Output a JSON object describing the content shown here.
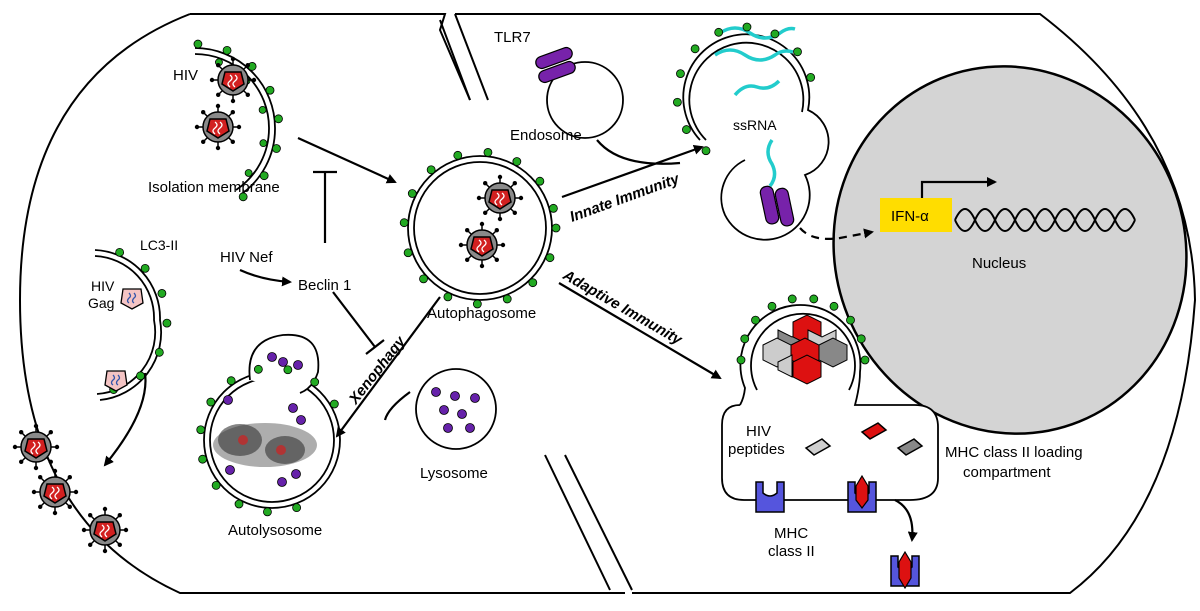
{
  "labels": {
    "hiv": "HIV",
    "isolation_membrane": "Isolation membrane",
    "lc3": "LC3-II",
    "hiv_gag_line1": "HIV",
    "hiv_gag_line2": "Gag",
    "hiv_nef": "HIV Nef",
    "beclin": "Beclin 1",
    "autophagosome": "Autophagosome",
    "xenophagy": "Xenophagy",
    "lysosome": "Lysosome",
    "autolysosome": "Autolysosome",
    "tlr7": "TLR7",
    "endosome": "Endosome",
    "ssrna": "ssRNA",
    "innate_immunity": "Innate Immunity",
    "adaptive_immunity": "Adaptive Immunity",
    "ifn": "IFN-α",
    "nucleus": "Nucleus",
    "hiv_peptides_line1": "HIV",
    "hiv_peptides_line2": "peptides",
    "mhc_loading_line1": "MHC class II loading",
    "mhc_loading_line2": "compartment",
    "mhc_line1": "MHC",
    "mhc_line2": "class II"
  },
  "colors": {
    "lc3_dot": "#22aa22",
    "virion_core": "#d22020",
    "virion_shell": "#8a8a8a",
    "tlr7": "#7722aa",
    "ssrna": "#22cccc",
    "ifn_box": "#ffdd00",
    "nucleus_fill": "#d4d4d4",
    "mhc": "#5555dd",
    "peptide_red": "#dd1111",
    "peptide_gray": "#888888",
    "lysosome_dot": "#6622aa",
    "gag": "#f4c4c4"
  }
}
